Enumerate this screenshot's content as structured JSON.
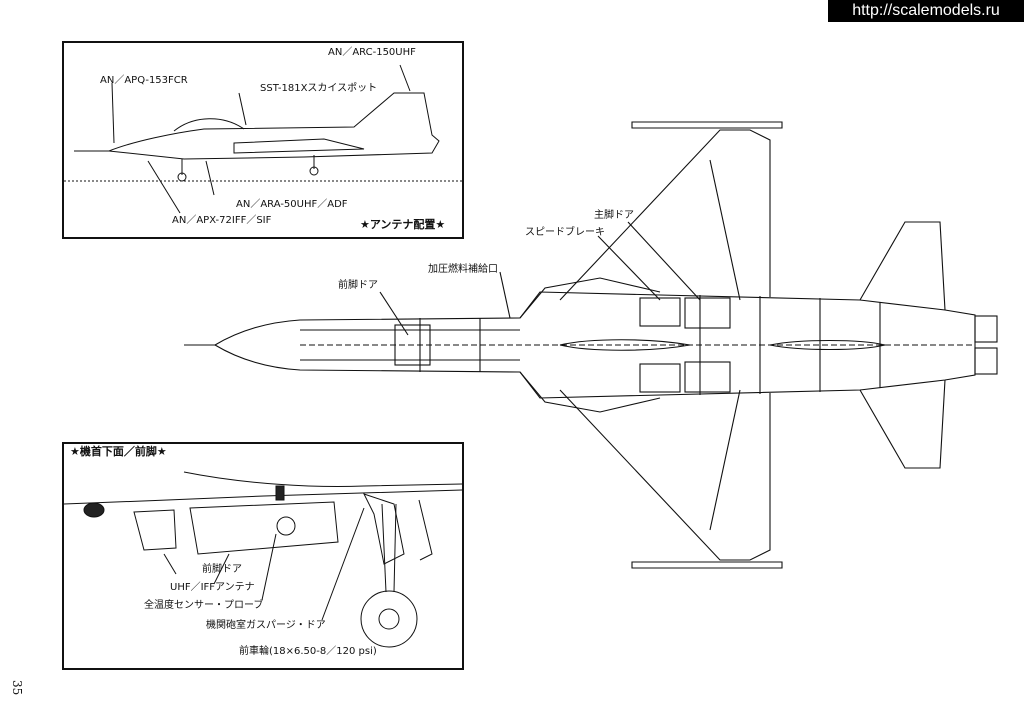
{
  "watermark": "http://scalemodels.ru",
  "page_number": "35",
  "antenna_panel": {
    "title": "★アンテナ配置★",
    "labels": {
      "arc150": "AN／ARC-150UHF",
      "apq153": "AN／APQ-153FCR",
      "sst181": "SST-181Xスカイスポット",
      "ara50": "AN／ARA-50UHF／ADF",
      "apx72": "AN／APX-72IFF／SIF"
    }
  },
  "nose_panel": {
    "title": "★機首下面／前脚★",
    "labels": {
      "nose_door": "前脚ドア",
      "uhf_iff": "UHF／IFFアンテナ",
      "temp_probe": "全温度センサー・プローブ",
      "purge_door": "機関砲室ガスパージ・ドア",
      "nose_wheel": "前車輪(18×6.50-8／120 psi)"
    }
  },
  "plan_view": {
    "labels": {
      "main_gear_door": "主脚ドア",
      "speed_brake": "スピードブレーキ",
      "pressure_refuel": "加圧燃料補給口",
      "nose_gear_door": "前脚ドア"
    }
  },
  "colors": {
    "line": "#111111",
    "background": "#ffffff"
  }
}
